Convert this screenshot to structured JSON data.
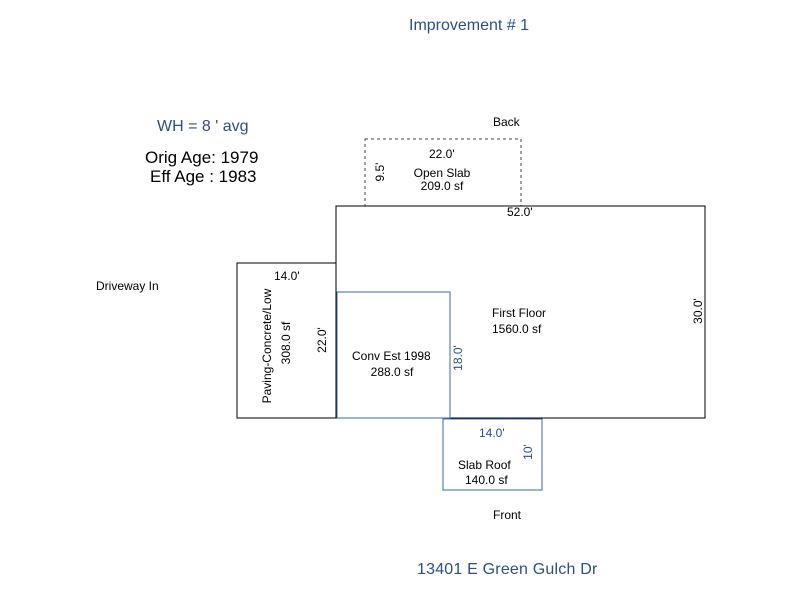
{
  "title": "Improvement # 1",
  "wall_height": "WH =  8 ' avg",
  "orig_age": "Orig Age: 1979",
  "eff_age": "Eff Age : 1983",
  "orientation": {
    "back": "Back",
    "front": "Front",
    "driveway": "Driveway In"
  },
  "areas": {
    "open_slab": {
      "name": "Open Slab",
      "area": "209.0 sf",
      "width": "22.0'",
      "depth": "9.5'"
    },
    "first_floor": {
      "name": "First Floor",
      "area": "1560.0 sf",
      "width": "52.0'",
      "depth": "30.0'"
    },
    "paving": {
      "name": "Paving-Concrete/Low",
      "area": "308.0 sf",
      "width": "14.0'",
      "depth": "22.0'"
    },
    "conversion": {
      "name": "Conv Est 1998",
      "area": "288.0 sf",
      "depth": "18.0'"
    },
    "slab_roof": {
      "name": "Slab Roof",
      "area": "140.0 sf",
      "width": "14.0'",
      "depth": "10'"
    }
  },
  "address": "13401 E Green Gulch Dr",
  "colors": {
    "blue_text": "#2b4f86",
    "blue_line": "#3b6aa8",
    "black_line": "#000000",
    "dashed_line": "#444444"
  }
}
